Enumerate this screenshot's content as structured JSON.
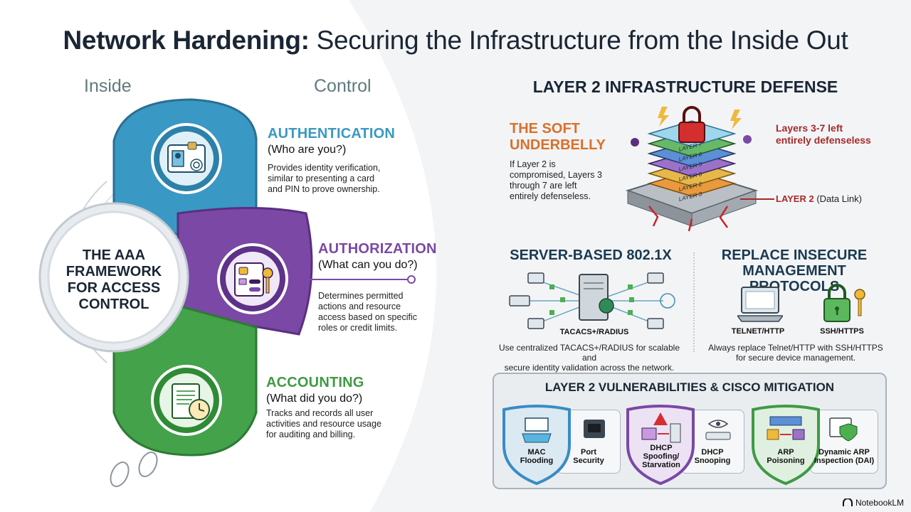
{
  "title_bold": "Network Hardening:",
  "title_rest": " Securing the Infrastructure from the Inside Out",
  "left": {
    "label_inside": "Inside",
    "label_control": "Control",
    "center_text": [
      "THE AAA",
      "FRAMEWORK",
      "FOR ACCESS",
      "CONTROL"
    ],
    "pillars": [
      {
        "heading": "AUTHENTICATION",
        "question": "(Who are you?)",
        "desc": [
          "Provides identity verification,",
          "similar to presenting a card",
          "and PIN to prove ownership."
        ],
        "color": "#3a98c4"
      },
      {
        "heading": "AUTHORIZATION",
        "question": "(What can you do?)",
        "desc": [
          "Determines permitted",
          "actions and resource",
          "access based on specific",
          "roles or credit limits."
        ],
        "color": "#7b48a6"
      },
      {
        "heading": "ACCOUNTING",
        "question": "(What did you do?)",
        "desc": [
          "Tracks and records all user",
          "activities and resource usage",
          "for auditing and billing."
        ],
        "color": "#3f9a45"
      }
    ]
  },
  "right": {
    "heading": "LAYER 2 INFRASTRUCTURE DEFENSE",
    "underbelly": {
      "heading": [
        "THE SOFT",
        "UNDERBELLY"
      ],
      "desc": [
        "If Layer 2 is",
        "compromised, Layers 3",
        "through 7 are left",
        "entirely defenseless."
      ]
    },
    "stack_layers": [
      "LAYER 7",
      "LAYER 6",
      "LAYER 5",
      "LAYER 6",
      "LAYER 2",
      "LAYER 3"
    ],
    "callout_top": [
      "Layers 3-7 left",
      "entirely defenseless"
    ],
    "callout_l2_bold": "LAYER 2",
    "callout_l2_rest": " (Data Link)",
    "server": {
      "heading": "SERVER-BASED 802.1X",
      "server_label": "TACACS+/RADIUS",
      "desc": [
        "Use centralized TACACS+/RADIUS for scalable and",
        "secure identity validation across the network."
      ]
    },
    "protocols": {
      "heading": [
        "REPLACE INSECURE",
        "MANAGEMENT PROTOCOLS"
      ],
      "left_label": "TELNET/HTTP",
      "right_label": "SSH/HTTPS",
      "desc": [
        "Always replace Telnet/HTTP with SSH/HTTPS",
        "for secure device management."
      ]
    },
    "vuln": {
      "heading": "LAYER 2 VULNERABILITIES & CISCO MITIGATION",
      "items": [
        {
          "threat": [
            "MAC",
            "Flooding"
          ],
          "mitigation": [
            "Port",
            "Security"
          ],
          "color": "#3a8cc4"
        },
        {
          "threat": [
            "DHCP",
            "Spoofing/",
            "Starvation"
          ],
          "mitigation": [
            "DHCP",
            "Snooping"
          ],
          "color": "#7b48a6"
        },
        {
          "threat": [
            "ARP",
            "Poisoning"
          ],
          "mitigation": [
            "Dynamic ARP",
            "Inspection (DAI)"
          ],
          "color": "#3f9a45"
        }
      ]
    }
  },
  "brand": "NotebookLM"
}
